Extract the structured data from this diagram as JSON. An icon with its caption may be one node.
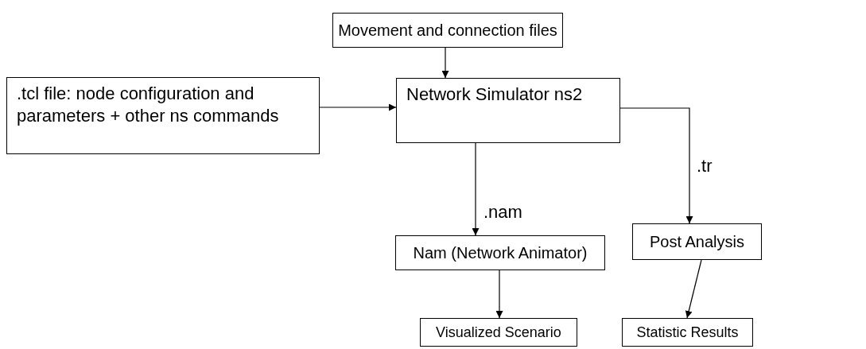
{
  "diagram": {
    "nodes": [
      {
        "text": [
          "Movement and connection files"
        ]
      },
      {
        "text": [
          ".tcl file: node configuration and parameters + other ns commands"
        ]
      },
      {
        "text": [
          "Network Simulator ns2"
        ]
      },
      {
        "text": [
          "Post Analysis"
        ]
      },
      {
        "text": [
          "Nam (Network Animator)"
        ]
      },
      {
        "text": [
          "Visualized Scenario"
        ]
      },
      {
        "text": [
          "Statistic Results"
        ]
      }
    ],
    "edges": [
      {
        "from": 0,
        "to": 2,
        "arrow": "to"
      },
      {
        "from": 1,
        "to": 2,
        "arrow": "to"
      },
      {
        "from": 2,
        "to": 4,
        "arrow": "to",
        "label": ".nam"
      },
      {
        "from": 2,
        "to": 3,
        "arrow": "to",
        "label": ".tr"
      },
      {
        "from": 4,
        "to": 5,
        "arrow": "to"
      },
      {
        "from": 3,
        "to": 6,
        "arrow": "to"
      }
    ]
  }
}
